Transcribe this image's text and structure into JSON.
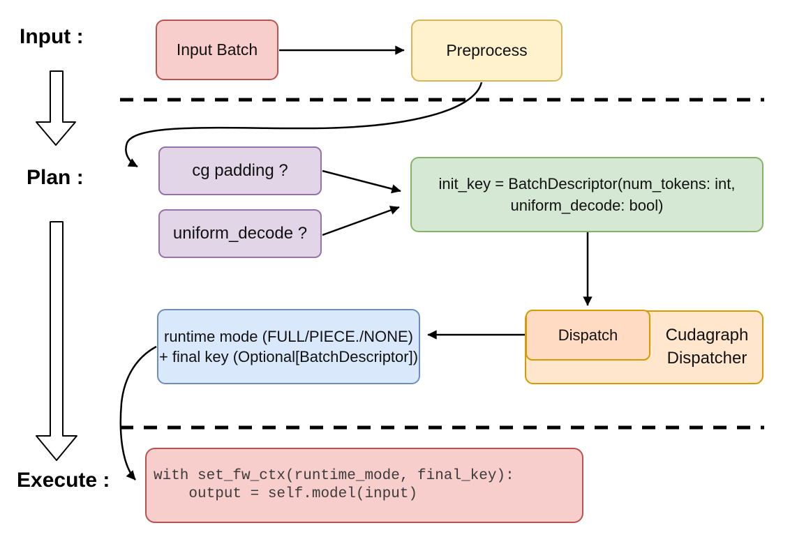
{
  "diagram": {
    "title_hint": "vLLM cudagraph dispatch flow",
    "stage_labels": {
      "input": "Input :",
      "plan": "Plan :",
      "execute": "Execute :"
    },
    "nodes": {
      "input_batch": {
        "label": "Input Batch",
        "fill": "#f8cecc",
        "stroke": "#b85450"
      },
      "preprocess": {
        "label": "Preprocess",
        "fill": "#fff2cc",
        "stroke": "#d6b656"
      },
      "cg_padding": {
        "label": "cg padding ?",
        "fill": "#e1d5e7",
        "stroke": "#9673a6"
      },
      "uniform_decode": {
        "label": "uniform_decode ?",
        "fill": "#e1d5e7",
        "stroke": "#9673a6"
      },
      "init_key": {
        "line1": "init_key = BatchDescriptor(num_tokens: int,",
        "line2": "uniform_decode: bool)",
        "fill": "#d5e8d4",
        "stroke": "#82b366"
      },
      "runtime_key": {
        "line1": "runtime mode (FULL/PIECE./NONE)",
        "line2": "+ final key (Optional[BatchDescriptor])",
        "fill": "#dae8fc",
        "stroke": "#6c8ebf"
      },
      "dispatch": {
        "label": "Dispatch",
        "fill": "#fedbc2",
        "stroke": "#d79b00"
      },
      "cudagraph_dispatcher": {
        "line1": "Cudagraph",
        "line2": "Dispatcher",
        "fill": "#ffe6cc",
        "stroke": "#d79b00"
      },
      "execute_code": {
        "line1": "with set_fw_ctx(runtime_mode, final_key):",
        "line2": "    output = self.model(input)",
        "fill": "#f8cecc",
        "stroke": "#b85450",
        "text_color": "#3b3b3b"
      }
    },
    "separators": {
      "style": "dashed",
      "color": "#000000"
    },
    "connector_color": "#000000"
  }
}
